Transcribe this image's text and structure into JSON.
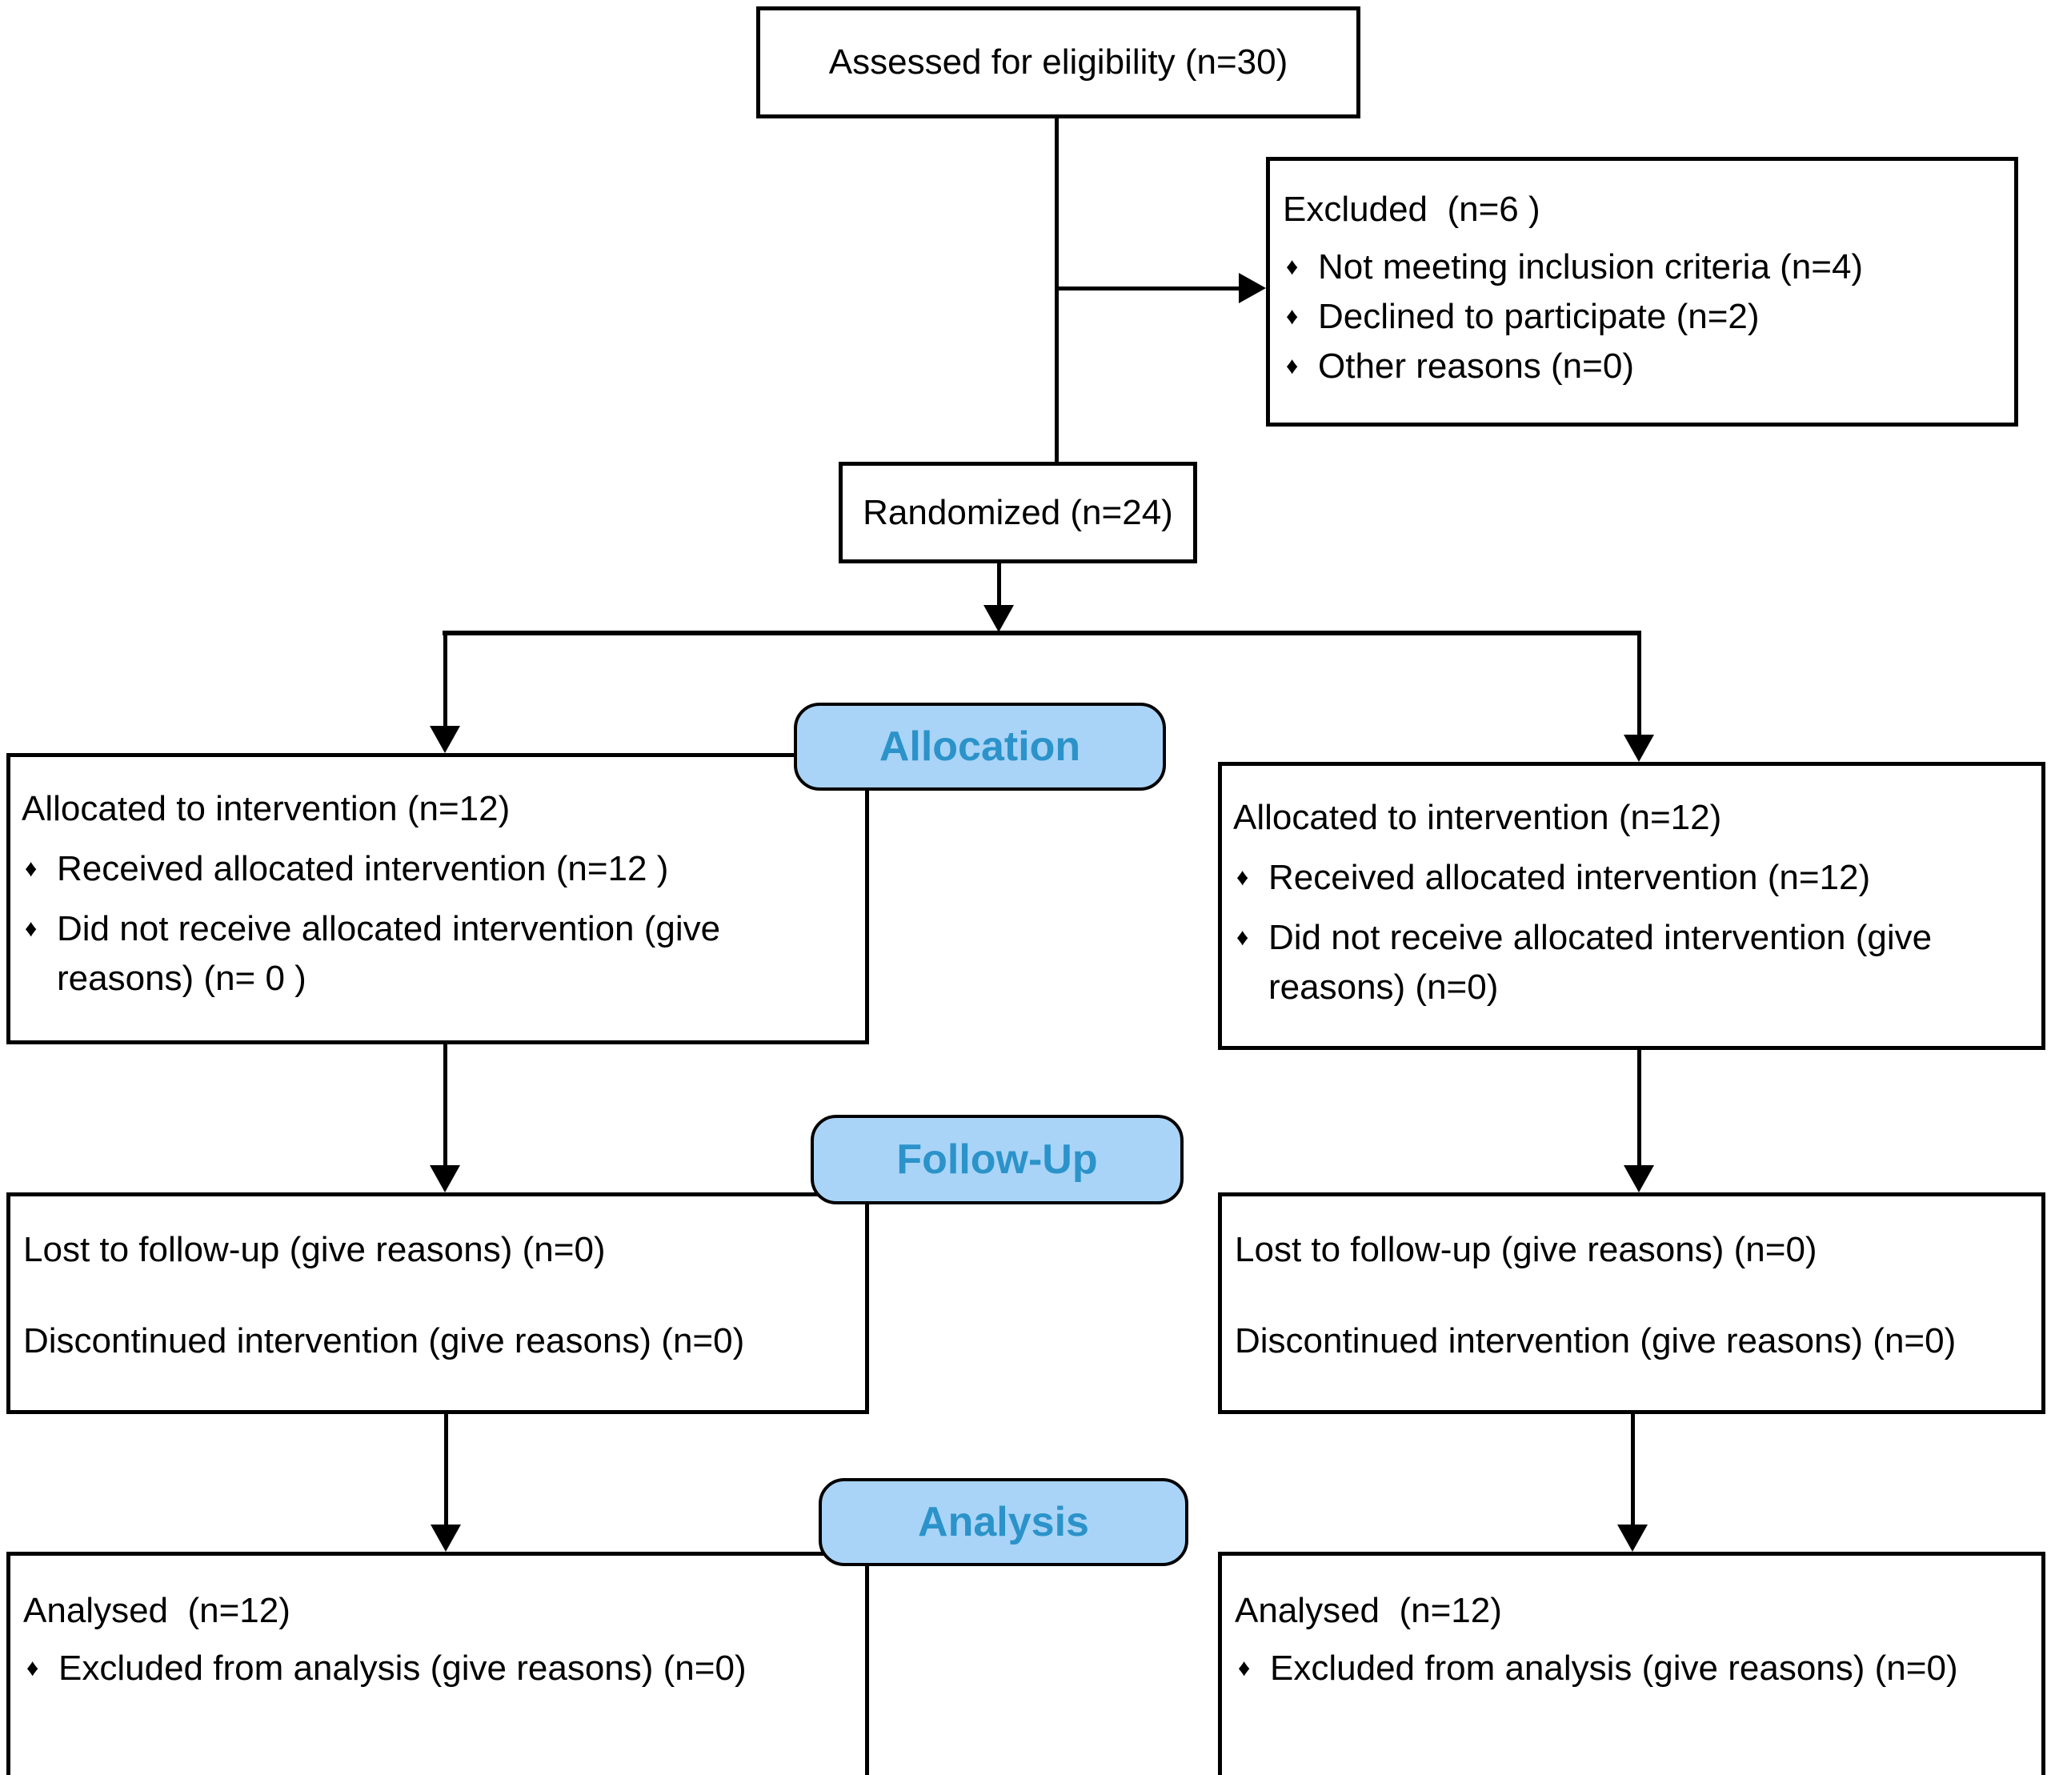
{
  "glyphs": {
    "bullet": "♦"
  },
  "colors": {
    "line": "#000000",
    "box_border": "#000000",
    "box_fill": "#ffffff",
    "stage_fill": "#a9d4f7",
    "stage_text": "#2b93c9",
    "page_bg": "#ffffff"
  },
  "nodes": {
    "assessed": {
      "text": "Assessed for eligibility (n=30)"
    },
    "excluded": {
      "title": "Excluded  (n=6 )",
      "bullets": [
        "Not meeting inclusion criteria (n=4)",
        "Declined to participate (n=2)",
        "Other reasons (n=0)"
      ]
    },
    "randomized": {
      "text": "Randomized (n=24)"
    },
    "stages": {
      "allocation": "Allocation",
      "followup": "Follow-Up",
      "analysis": "Analysis"
    },
    "alloc_left": {
      "title": "Allocated to intervention (n=12)",
      "bullets": [
        "Received allocated intervention (n=12 )",
        "Did not receive allocated intervention (give reasons) (n= 0 )"
      ]
    },
    "alloc_right": {
      "title": "Allocated to intervention (n=12)",
      "bullets": [
        "Received allocated intervention (n=12)",
        "Did not receive allocated intervention (give reasons) (n=0)"
      ]
    },
    "followup_left": {
      "lines": [
        "Lost to follow-up (give reasons) (n=0)",
        "Discontinued intervention (give reasons) (n=0)"
      ]
    },
    "followup_right": {
      "lines": [
        "Lost to follow-up (give reasons) (n=0)",
        "Discontinued intervention (give reasons) (n=0)"
      ]
    },
    "analysis_left": {
      "title": "Analysed  (n=12)",
      "bullets": [
        "Excluded from analysis (give reasons) (n=0)"
      ]
    },
    "analysis_right": {
      "title": "Analysed  (n=12)",
      "bullets": [
        "Excluded from analysis (give reasons) (n=0)"
      ]
    }
  }
}
